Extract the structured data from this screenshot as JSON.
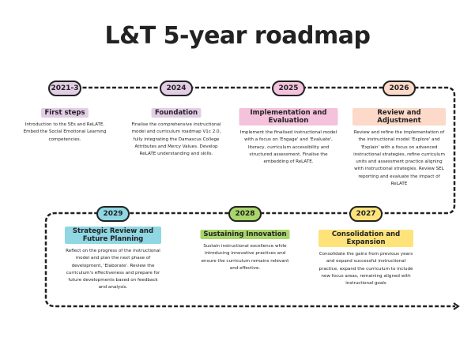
{
  "title": "L&T 5-year roadmap",
  "milestones": [
    {
      "year": "2021-3",
      "heading": "First steps",
      "text": "Introduction to the 5Es and ReLATE. Embed the Social Emotional Learning competencies.",
      "color": "#e3cde6"
    },
    {
      "year": "2024",
      "heading": "Foundation",
      "text": "Finalise the comprehensive instructional model and curriculum roadmap V1c 2.0, fully integrating the Damascus College Attributes and Mercy Values. Develop ReLATE understanding and skills.",
      "color": "#e3cde6"
    },
    {
      "year": "2025",
      "heading": "Implementation and Evaluation",
      "text": "Implement the finalised instructional model with a focus on 'Engage' and 'Evaluate', literacy, curriculum accessibility and structured assessment. Finalise the embedding of ReLATE.",
      "color": "#f4c2dc"
    },
    {
      "year": "2026",
      "heading": "Review and Adjustment",
      "text": "Review and refine the implementation of the instructional model 'Explore' and 'Explain' with a focus on advanced instructional strategies, refine curriculum units and assessment practice aligning with instructional strategies. Review SEL reporting and evaluate the impact of ReLATE",
      "color": "#fcd9c8"
    },
    {
      "year": "2027",
      "heading": "Consolidation and Expansion",
      "text": "Consolidate the gains from previous years and expand successful instructional practice, expand the curriculum to include new focus areas, remaining aligned with instructional goals",
      "color": "#fde37a"
    },
    {
      "year": "2028",
      "heading": "Sustaining Innovation",
      "text": "Sustain instructional excellence while introducing innovative practices and ensure the curriculum remains relevant and effective.",
      "color": "#a9d66b"
    },
    {
      "year": "2029",
      "heading": "Strategic Review and Future Planning",
      "text": "Reflect on the progress of the instructional model and plan the next phase of development, 'Elaborate'. Review the curriculum's effectiveness and prepare for future developments based on feedback and analysis.",
      "color": "#8fd7e3"
    }
  ]
}
